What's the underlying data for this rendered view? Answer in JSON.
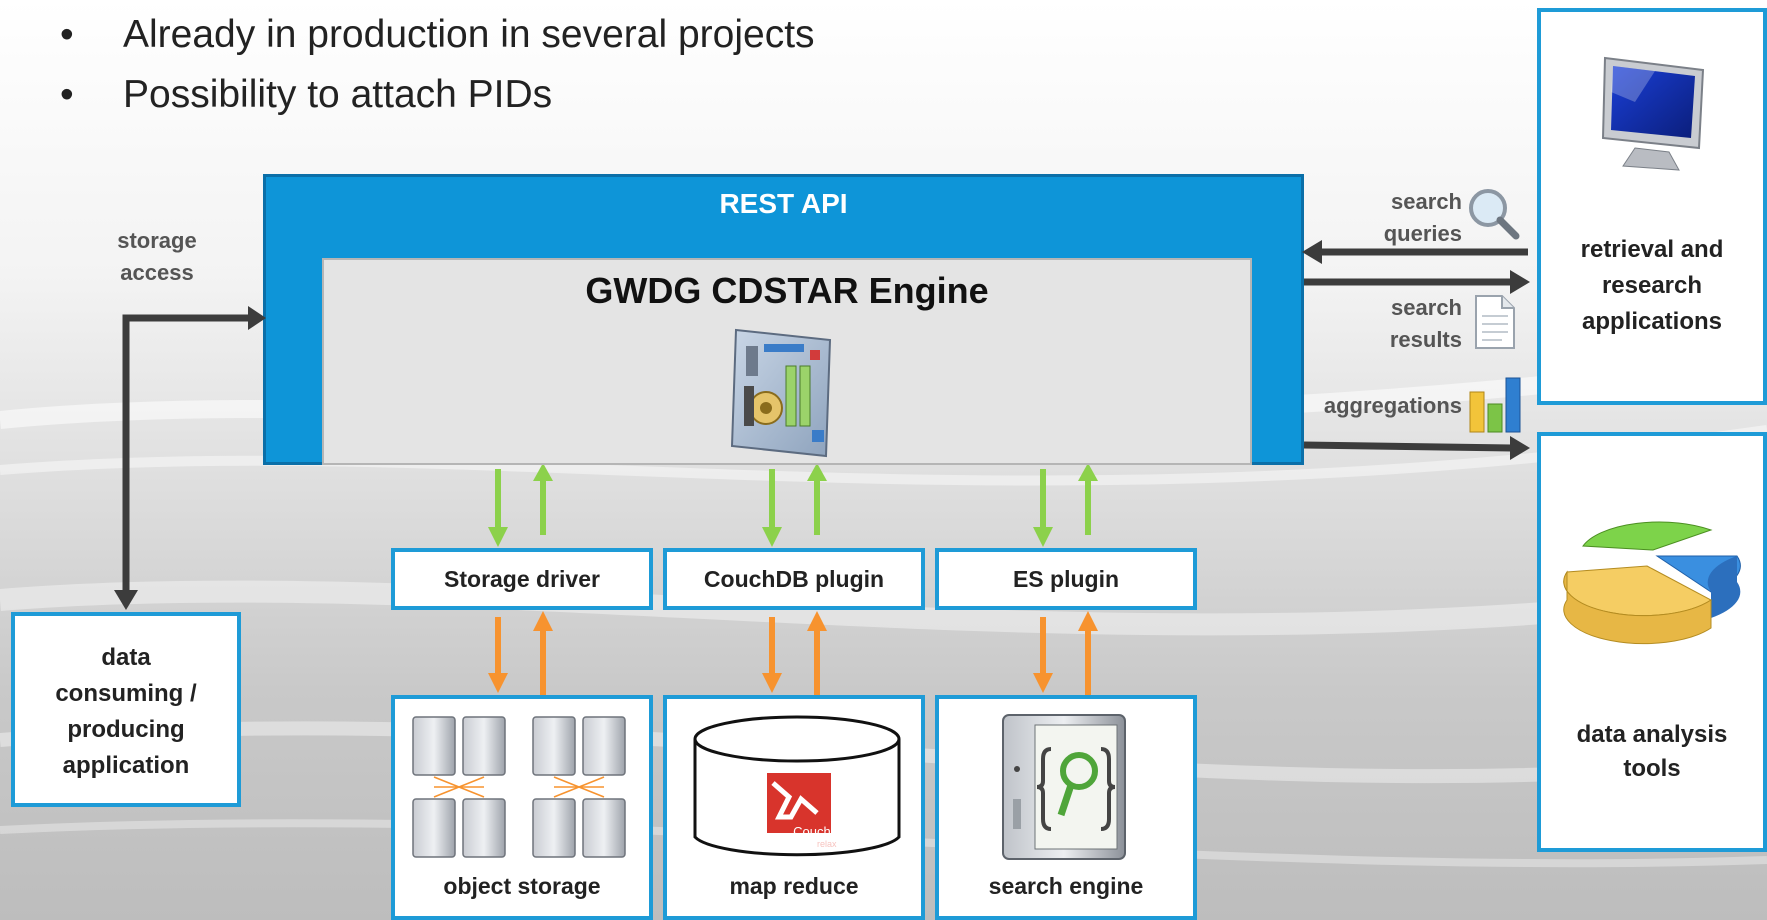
{
  "bullets": [
    "Already in production in several projects",
    "Possibility to attach PIDs"
  ],
  "bullet_symbol": "•",
  "rest_api": {
    "title": "REST API"
  },
  "engine": {
    "title": "GWDG CDSTAR Engine"
  },
  "storage_access": {
    "line1": "storage",
    "line2": "access"
  },
  "consumer_app": {
    "lines": [
      "data",
      "consuming /",
      "producing",
      "application"
    ]
  },
  "plugins": [
    {
      "label": "Storage driver"
    },
    {
      "label": "CouchDB  plugin"
    },
    {
      "label": "ES plugin"
    }
  ],
  "backends": [
    {
      "label": "object storage"
    },
    {
      "label": "map reduce"
    },
    {
      "label": "search engine"
    }
  ],
  "couchdb_logo": {
    "name": "CouchDB",
    "tag": "relax"
  },
  "flows": {
    "search_queries": {
      "line1": "search",
      "line2": "queries"
    },
    "search_results": {
      "line1": "search",
      "line2": "results"
    },
    "aggregations": "aggregations"
  },
  "retrieval": {
    "lines": [
      "retrieval and",
      "research",
      "applications"
    ]
  },
  "analysis": {
    "lines": [
      "data analysis",
      "tools"
    ]
  },
  "colors": {
    "accent_blue": "#1e9bd7",
    "rest_api_blue": "#0e95d8",
    "up_down_green": "#8cd14b",
    "up_down_orange": "#f7932f",
    "dark_arrow": "#3c3c3c"
  },
  "icons": [
    "monitor-icon",
    "magnifier-icon",
    "document-icon",
    "bar-chart-icon",
    "pie-chart-icon",
    "circuit-board-icon",
    "server-rack-icon",
    "database-cylinder-icon",
    "search-server-icon"
  ]
}
